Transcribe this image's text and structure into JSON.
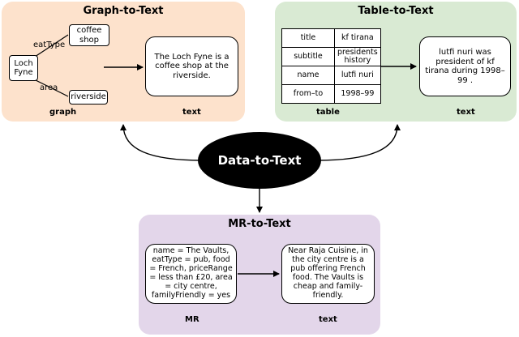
{
  "center": {
    "label": "Data-to-Text"
  },
  "graph_to_text": {
    "title": "Graph-to-Text",
    "nodes": {
      "loch_fyne": "Loch Fyne",
      "coffee_shop": "coffee shop",
      "riverside": "riverside"
    },
    "edges": {
      "eat_type": "eatType",
      "area": "area"
    },
    "output_text": "The Loch Fyne is a coffee shop at the riverside.",
    "captions": {
      "input": "graph",
      "output": "text"
    }
  },
  "table_to_text": {
    "title": "Table-to-Text",
    "rows": [
      {
        "key": "title",
        "value": "kf tirana"
      },
      {
        "key": "subtitle",
        "value": "presidents history"
      },
      {
        "key": "name",
        "value": "lutfi nuri"
      },
      {
        "key": "from–to",
        "value": "1998–99"
      }
    ],
    "output_text": "lutfi nuri was president of kf tirana during 1998–99 .",
    "captions": {
      "input": "table",
      "output": "text"
    }
  },
  "mr_to_text": {
    "title": "MR-to-Text",
    "mr_text": "name = The Vaults, eatType = pub, food = French, priceRange = less than £20, area = city centre, familyFriendly = yes",
    "output_text": "Near Raja Cuisine, in the city centre is a pub offering French food. The Vaults is cheap and family-friendly.",
    "captions": {
      "input": "MR",
      "output": "text"
    }
  }
}
